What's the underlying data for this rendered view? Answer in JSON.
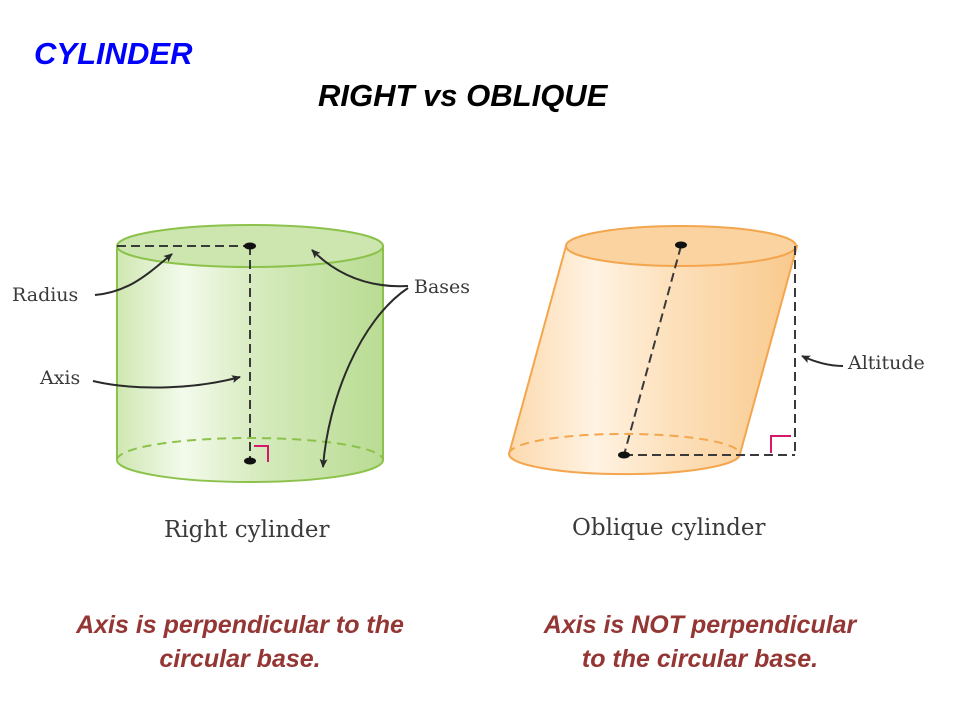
{
  "title": "CYLINDER",
  "subtitle": "RIGHT vs OBLIQUE",
  "right_cylinder": {
    "caption": "Right cylinder",
    "labels": {
      "radius": "Radius",
      "axis": "Axis",
      "bases": "Bases"
    },
    "fill_color": "#c6e2a7",
    "stroke_color": "#8cc24b"
  },
  "oblique_cylinder": {
    "caption": "Oblique cylinder",
    "labels": {
      "altitude": "Altitude"
    },
    "fill_color": "#fbd6a8",
    "stroke_color": "#f3a64e"
  },
  "right_angle_color": "#d6186a",
  "notes": {
    "left": [
      "Axis is perpendicular to the",
      "circular base."
    ],
    "right": [
      "Axis is NOT perpendicular",
      "to the circular base."
    ]
  }
}
